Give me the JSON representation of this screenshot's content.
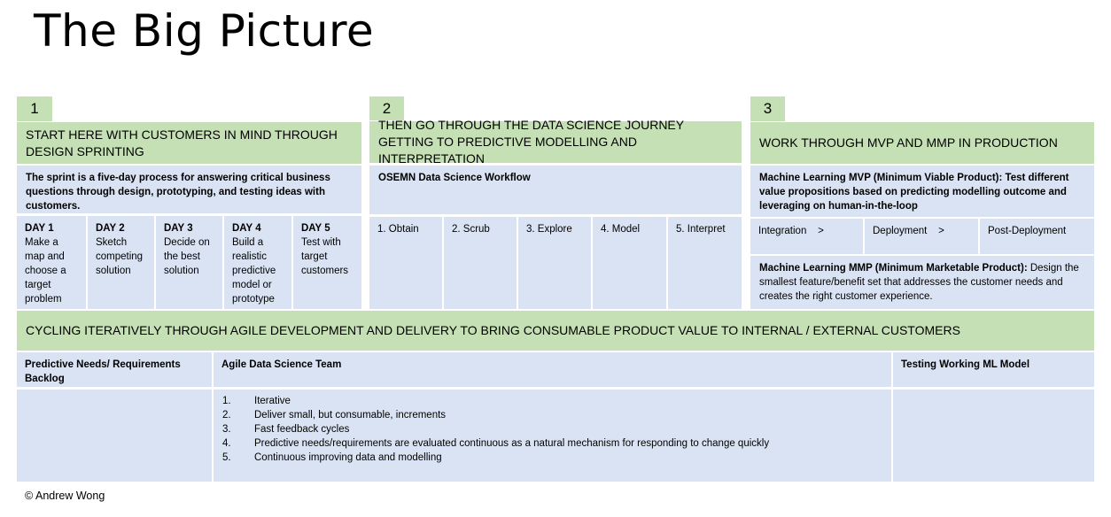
{
  "title": "The Big Picture",
  "section1": {
    "number": "1",
    "header": "START HERE WITH CUSTOMERS IN MIND THROUGH DESIGN SPRINTING",
    "description": "The sprint is a five-day process for answering critical business questions through design, prototyping, and testing ideas with customers.",
    "days": [
      {
        "label": "DAY 1",
        "text": "Make a map and choose a target problem"
      },
      {
        "label": "DAY 2",
        "text": "Sketch competing solution"
      },
      {
        "label": "DAY 3",
        "text": "Decide on the best solution"
      },
      {
        "label": "DAY 4",
        "text": "Build a realistic predictive model or prototype"
      },
      {
        "label": "DAY 5",
        "text": "Test with target customers"
      }
    ]
  },
  "section2": {
    "number": "2",
    "header": "THEN GO THROUGH THE DATA SCIENCE JOURNEY GETTING TO PREDICTIVE MODELLING AND INTERPRETATION",
    "description": "OSEMN Data Science Workflow",
    "steps": [
      "1. Obtain",
      "2. Scrub",
      "3. Explore",
      "4. Model",
      "5. Interpret"
    ]
  },
  "section3": {
    "number": "3",
    "header": "WORK THROUGH MVP AND MMP IN PRODUCTION",
    "mvp": "Machine Learning MVP (Minimum Viable Product): Test different value propositions based on predicting modelling outcome and leveraging on human-in-the-loop",
    "phases": [
      "Integration    >",
      "Deployment    >",
      "Post-Deployment"
    ],
    "mmp_bold": "Machine Learning MMP (Minimum Marketable Product):",
    "mmp_text": " Design the smallest feature/benefit set that addresses the customer needs and creates the right customer experience."
  },
  "cycle": {
    "header": "CYCLING ITERATIVELY THROUGH AGILE DEVELOPMENT AND DELIVERY TO BRING CONSUMABLE PRODUCT VALUE TO INTERNAL / EXTERNAL CUSTOMERS",
    "col1": "Predictive Needs/ Requirements Backlog",
    "col2": "Agile Data Science Team",
    "col3": "Testing Working ML Model",
    "items": [
      {
        "n": "1.",
        "text": "Iterative"
      },
      {
        "n": "2.",
        "text": "Deliver small, but consumable, increments"
      },
      {
        "n": "3.",
        "text": "Fast feedback cycles"
      },
      {
        "n": "4.",
        "text": "Predictive needs/requirements are evaluated continuous as a natural mechanism for responding to change quickly"
      },
      {
        "n": "5.",
        "text": "Continuous improving data and modelling"
      }
    ]
  },
  "footer": "© Andrew Wong"
}
